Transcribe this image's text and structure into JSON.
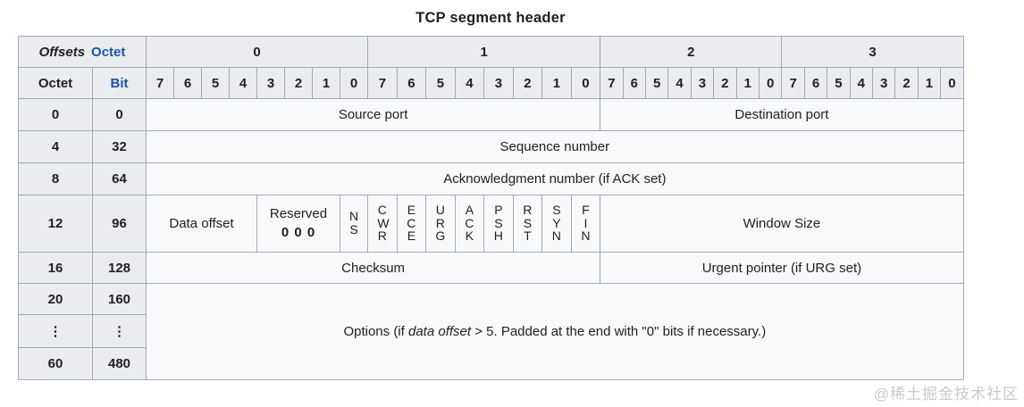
{
  "title": "TCP segment header",
  "header": {
    "offsets_label": "Offsets",
    "octet_top_label": "Octet",
    "octet_row_label": "Octet",
    "bit_row_label": "Bit",
    "octet_groups": [
      "0",
      "1",
      "2",
      "3"
    ],
    "bit_labels": [
      "7",
      "6",
      "5",
      "4",
      "3",
      "2",
      "1",
      "0"
    ]
  },
  "rows": {
    "r0": {
      "octet": "0",
      "bit": "0",
      "source_port": "Source port",
      "destination_port": "Destination port"
    },
    "r4": {
      "octet": "4",
      "bit": "32",
      "sequence_number": "Sequence number"
    },
    "r8": {
      "octet": "8",
      "bit": "64",
      "acknowledgment_number": "Acknowledgment number (if ACK set)"
    },
    "r12": {
      "octet": "12",
      "bit": "96",
      "data_offset": "Data offset",
      "reserved_label": "Reserved",
      "reserved_bits": "0 0 0",
      "flags": [
        "NS",
        "CWR",
        "ECE",
        "URG",
        "ACK",
        "PSH",
        "RST",
        "SYN",
        "FIN"
      ],
      "window_size": "Window Size"
    },
    "r16": {
      "octet": "16",
      "bit": "128",
      "checksum": "Checksum",
      "urgent_pointer": "Urgent pointer (if URG set)"
    },
    "r20": {
      "octet": "20",
      "bit": "160"
    },
    "rdots": {
      "octet": "⋮",
      "bit": "⋮"
    },
    "r60": {
      "octet": "60",
      "bit": "480"
    }
  },
  "options": {
    "prefix": "Options (if ",
    "italic": "data offset",
    "suffix": " > 5. Padded at the end with \"0\" bits if necessary.)"
  },
  "watermark": "@稀土掘金技术社区",
  "colors": {
    "header_bg": "#eaecf0",
    "cell_bg": "#f8f9fa",
    "options_bg": "#ffcfcf",
    "border": "#a2a9b1",
    "accent_blue": "#1b55a6",
    "text": "#202122"
  }
}
